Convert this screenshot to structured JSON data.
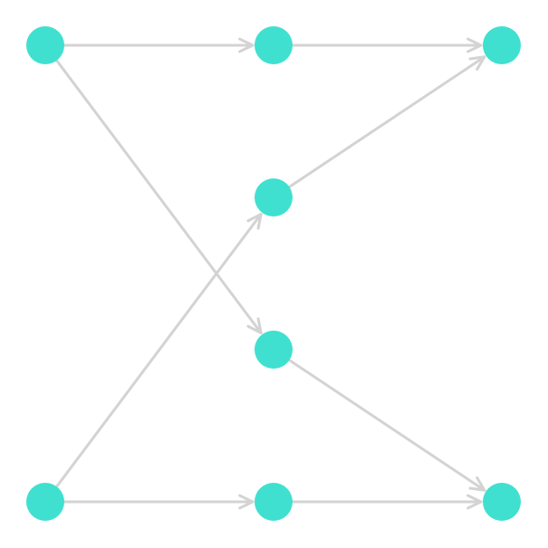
{
  "diagram": {
    "type": "directed-graph",
    "colors": {
      "node_fill": "#40E0D0",
      "edge_stroke": "#D3D3D3",
      "background": "#FFFFFF"
    },
    "nodes": [
      {
        "id": "n1"
      },
      {
        "id": "n2"
      },
      {
        "id": "n3"
      },
      {
        "id": "n4"
      },
      {
        "id": "n5"
      },
      {
        "id": "n6"
      },
      {
        "id": "n7"
      }
    ],
    "edges": [
      {
        "from": "n1",
        "to": "n2"
      },
      {
        "from": "n1",
        "to": "n5"
      },
      {
        "from": "n2",
        "to": "n3"
      },
      {
        "from": "n4",
        "to": "n3"
      },
      {
        "from": "n5",
        "to": "n7"
      },
      {
        "from": "n6",
        "to": "n4"
      },
      {
        "from": "n6",
        "to": "n8"
      },
      {
        "from": "n8",
        "to": "n7"
      }
    ]
  }
}
